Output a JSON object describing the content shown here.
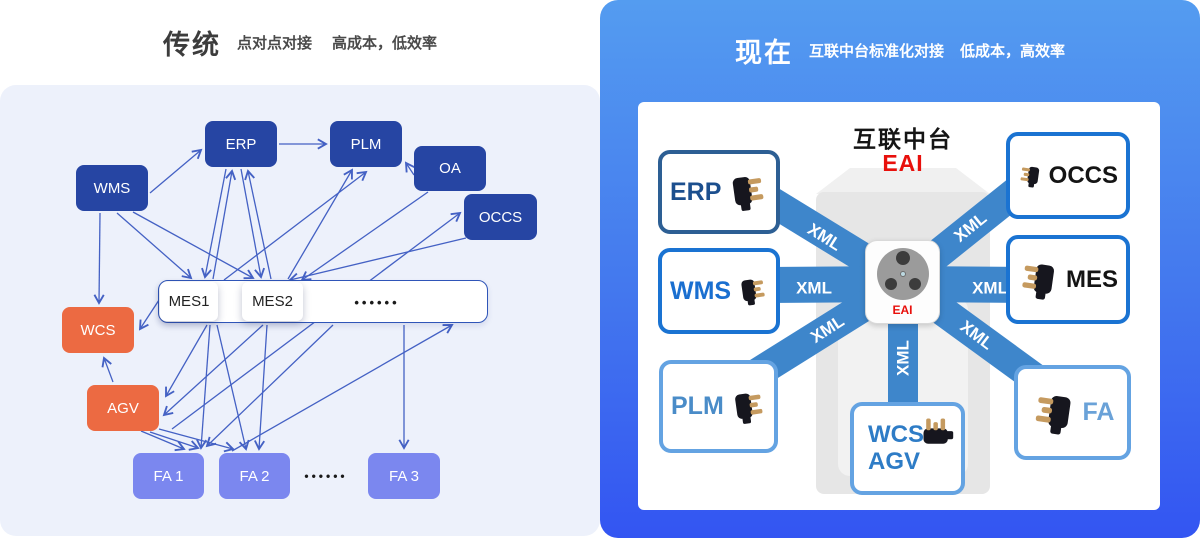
{
  "left_panel": {
    "title": "传统",
    "subtitle_method": "点对点对接",
    "subtitle_cost": "高成本，低效率",
    "background": "#edf1fb",
    "arrow_color": "#4461c4",
    "node_colors": {
      "dark_blue": "#2645a3",
      "orange": "#ec6a42",
      "periwinkle": "#7b87ef"
    },
    "nodes": {
      "wms": "WMS",
      "erp": "ERP",
      "plm": "PLM",
      "oa": "OA",
      "occs": "OCCS",
      "mes1": "MES1",
      "mes2": "MES2",
      "mes_dots": "••••••",
      "wcs": "WCS",
      "agv": "AGV",
      "fa1": "FA 1",
      "fa2": "FA 2",
      "fa_dots": "••••••",
      "fa3": "FA 3"
    }
  },
  "right_panel": {
    "title": "现在",
    "subtitle_method": "互联中台标准化对接",
    "subtitle_cost": "低成本，高效率",
    "gradient_top": "#549cf0",
    "gradient_bottom": "#3355f2",
    "ray_color": "#3e86cb",
    "connection_label": "XML",
    "hub": {
      "title": "互联中台",
      "name": "EAI",
      "socket_label": "EAI",
      "name_color": "#e8100c"
    },
    "nodes": {
      "erp": "ERP",
      "wms": "WMS",
      "plm": "PLM",
      "occs": "OCCS",
      "mes": "MES",
      "fa": "FA",
      "wcs_agv_1": "WCS",
      "wcs_agv_2": "AGV"
    }
  }
}
